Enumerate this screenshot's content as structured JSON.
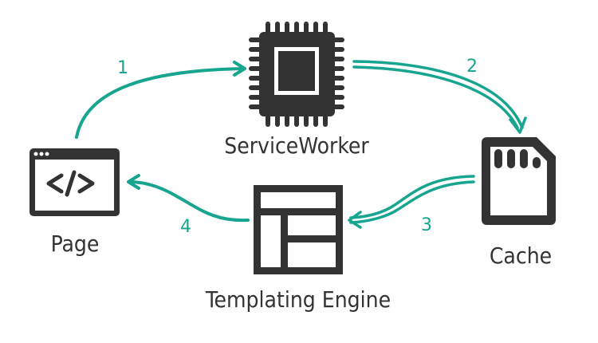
{
  "colors": {
    "ink": "#333333",
    "accent": "#18a58f",
    "background": "#ffffff"
  },
  "nodes": {
    "page": {
      "label": "Page",
      "icon": "browser-code-icon"
    },
    "serviceworker": {
      "label": "ServiceWorker",
      "icon": "cpu-chip-icon"
    },
    "cache": {
      "label": "Cache",
      "icon": "sd-card-icon"
    },
    "templating": {
      "label": "Templating Engine",
      "icon": "layout-template-icon"
    }
  },
  "edges": [
    {
      "from": "Page",
      "to": "ServiceWorker",
      "step": "1",
      "style": "single"
    },
    {
      "from": "ServiceWorker",
      "to": "Cache",
      "step": "2",
      "style": "double"
    },
    {
      "from": "Cache",
      "to": "Templating Engine",
      "step": "3",
      "style": "double"
    },
    {
      "from": "Templating Engine",
      "to": "Page",
      "step": "4",
      "style": "single"
    }
  ]
}
